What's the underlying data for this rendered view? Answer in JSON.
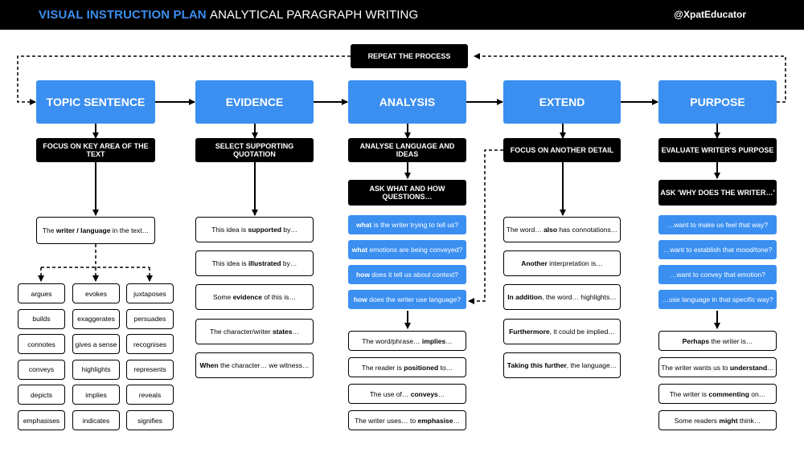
{
  "header": {
    "title_bold": "VISUAL INSTRUCTION PLAN",
    "title_rest": "ANALYTICAL PARAGRAPH WRITING",
    "handle": "@XpatEducator"
  },
  "repeat": "REPEAT THE PROCESS",
  "steps": {
    "topic": {
      "title": "TOPIC SENTENCE",
      "instruction": "FOCUS ON KEY AREA OF THE TEXT",
      "stem": [
        {
          "t": "The "
        },
        {
          "t": "writer / language",
          "b": true
        },
        {
          "t": " in the text…"
        }
      ],
      "verbs": [
        "argues",
        "evokes",
        "juxtaposes",
        "builds",
        "exaggerates",
        "persuades",
        "connotes",
        "gives a sense",
        "recognises",
        "conveys",
        "highlights",
        "represents",
        "depicts",
        "implies",
        "reveals",
        "emphasises",
        "indicates",
        "signifies"
      ]
    },
    "evidence": {
      "title": "EVIDENCE",
      "instruction": "SELECT SUPPORTING QUOTATION",
      "stems": [
        [
          {
            "t": "This idea is "
          },
          {
            "t": "supported",
            "b": true
          },
          {
            "t": " by…"
          }
        ],
        [
          {
            "t": "This idea is "
          },
          {
            "t": "illustrated",
            "b": true
          },
          {
            "t": " by…"
          }
        ],
        [
          {
            "t": "Some "
          },
          {
            "t": "evidence",
            "b": true
          },
          {
            "t": " of this is…"
          }
        ],
        [
          {
            "t": "The character/writer "
          },
          {
            "t": "states",
            "b": true
          },
          {
            "t": "…"
          }
        ],
        [
          {
            "t": "When",
            "b": true
          },
          {
            "t": " the character… we witness…"
          }
        ]
      ]
    },
    "analysis": {
      "title": "ANALYSIS",
      "instruction": "ANALYSE LANGUAGE AND IDEAS",
      "ask": [
        {
          "t": "ASK "
        },
        {
          "t": "WHAT",
          "b": true
        },
        {
          "t": " AND "
        },
        {
          "t": "HOW",
          "b": true
        },
        {
          "t": " QUESTIONS…"
        }
      ],
      "questions": [
        [
          {
            "t": "what",
            "b": true
          },
          {
            "t": " is the writer trying to tell us?"
          }
        ],
        [
          {
            "t": "what",
            "b": true
          },
          {
            "t": " emotions are being conveyed?"
          }
        ],
        [
          {
            "t": "how",
            "b": true
          },
          {
            "t": " does it tell us about context?"
          }
        ],
        [
          {
            "t": "how",
            "b": true
          },
          {
            "t": " does the writer use language?"
          }
        ]
      ],
      "stems": [
        [
          {
            "t": "The word/phrase… "
          },
          {
            "t": "implies",
            "b": true
          },
          {
            "t": "…"
          }
        ],
        [
          {
            "t": "The reader is "
          },
          {
            "t": "positioned",
            "b": true
          },
          {
            "t": " to…"
          }
        ],
        [
          {
            "t": "The use of… "
          },
          {
            "t": "conveys",
            "b": true
          },
          {
            "t": "…"
          }
        ],
        [
          {
            "t": "The writer uses… to "
          },
          {
            "t": "emphasise",
            "b": true
          },
          {
            "t": "…"
          }
        ]
      ]
    },
    "extend": {
      "title": "EXTEND",
      "instruction": "FOCUS ON ANOTHER DETAIL",
      "stems": [
        [
          {
            "t": "The word… "
          },
          {
            "t": "also",
            "b": true
          },
          {
            "t": " has connotations…"
          }
        ],
        [
          {
            "t": "Another",
            "b": true
          },
          {
            "t": " interpretation is…"
          }
        ],
        [
          {
            "t": "In addition",
            "b": true
          },
          {
            "t": ", the word… highlights…"
          }
        ],
        [
          {
            "t": "Furthermore",
            "b": true
          },
          {
            "t": ", it could be implied…"
          }
        ],
        [
          {
            "t": "Taking this further",
            "b": true
          },
          {
            "t": ", the language…"
          }
        ]
      ]
    },
    "purpose": {
      "title": "PURPOSE",
      "instruction": "EVALUATE WRITER'S PURPOSE",
      "ask": [
        {
          "t": "ASK '"
        },
        {
          "t": "WHY",
          "b": true
        },
        {
          "t": " DOES THE WRITER…'"
        }
      ],
      "questions": [
        [
          {
            "t": "…want to make us feel that way?"
          }
        ],
        [
          {
            "t": "…want to establish that mood/tone?"
          }
        ],
        [
          {
            "t": "…want to convey that emotion?"
          }
        ],
        [
          {
            "t": "…use language in that specific way?"
          }
        ]
      ],
      "stems": [
        [
          {
            "t": "Perhaps",
            "b": true
          },
          {
            "t": " the writer is…"
          }
        ],
        [
          {
            "t": "The writer wants us to "
          },
          {
            "t": "understand",
            "b": true
          },
          {
            "t": "…"
          }
        ],
        [
          {
            "t": "The writer is "
          },
          {
            "t": "commenting",
            "b": true
          },
          {
            "t": " on…"
          }
        ],
        [
          {
            "t": "Some readers "
          },
          {
            "t": "might",
            "b": true
          },
          {
            "t": " think…"
          }
        ]
      ]
    }
  },
  "colors": {
    "blue": "#3b8ff0",
    "black": "#000000",
    "white": "#ffffff"
  }
}
